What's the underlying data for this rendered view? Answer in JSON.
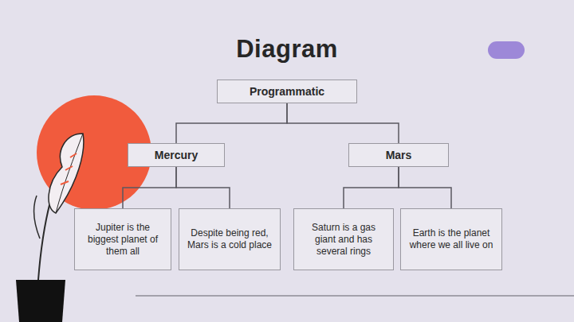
{
  "diagram": {
    "title": "Diagram",
    "nodes": [
      {
        "text": [
          "Programmatic"
        ]
      },
      {
        "text": [
          "Mercury"
        ]
      },
      {
        "text": [
          "Mars"
        ]
      },
      {
        "text": [
          "Jupiter is the biggest planet of them all"
        ]
      },
      {
        "text": [
          "Despite being red, Mars is a cold place"
        ]
      },
      {
        "text": [
          "Saturn is a gas giant and has several rings"
        ]
      },
      {
        "text": [
          "Earth is the planet where we all live on"
        ]
      }
    ],
    "edges": [
      {
        "from": 0,
        "to": 1,
        "arrow": "none"
      },
      {
        "from": 0,
        "to": 2,
        "arrow": "none"
      },
      {
        "from": 1,
        "to": 3,
        "arrow": "none"
      },
      {
        "from": 1,
        "to": 4,
        "arrow": "none"
      },
      {
        "from": 2,
        "to": 5,
        "arrow": "none"
      },
      {
        "from": 2,
        "to": 6,
        "arrow": "none"
      }
    ]
  }
}
